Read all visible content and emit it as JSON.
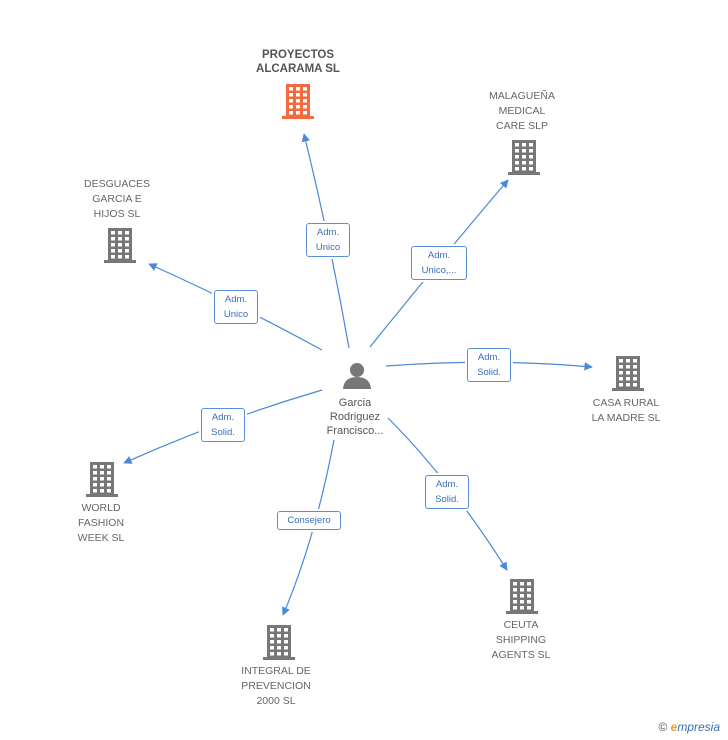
{
  "person": {
    "name": "Garcia\nRodriguez\nFrancisco..."
  },
  "nodes": [
    {
      "id": "proyectos",
      "label": "PROYECTOS\nALCARAMA SL",
      "main": true
    },
    {
      "id": "malaguena",
      "label": "MALAGUEÑA\nMEDICAL\nCARE SLP"
    },
    {
      "id": "desguaces",
      "label": "DESGUACES\nGARCIA E\nHIJOS  SL"
    },
    {
      "id": "casarural",
      "label": "CASA RURAL\nLA MADRE SL"
    },
    {
      "id": "world",
      "label": "WORLD\nFASHION\nWEEK SL"
    },
    {
      "id": "ceuta",
      "label": "CEUTA\nSHIPPING\nAGENTS SL"
    },
    {
      "id": "integral",
      "label": "INTEGRAL DE\nPREVENCION\n2000 SL"
    }
  ],
  "edges": [
    {
      "to": "proyectos",
      "label": "Adm.\nUnico"
    },
    {
      "to": "malaguena",
      "label": "Adm.\nUnico,..."
    },
    {
      "to": "desguaces",
      "label": "Adm.\nUnico"
    },
    {
      "to": "casarural",
      "label": "Adm.\nSolid."
    },
    {
      "to": "world",
      "label": "Adm.\nSolid."
    },
    {
      "to": "ceuta",
      "label": "Adm.\nSolid."
    },
    {
      "to": "integral",
      "label": "Consejero"
    }
  ],
  "colors": {
    "main_building": "#f26a3d",
    "building": "#777777",
    "edge": "#4a88d8",
    "person": "#777777"
  },
  "icons": {
    "company": "building-icon",
    "person": "person-icon"
  },
  "footer": {
    "copyright": "©",
    "brand_initial": "e",
    "brand_rest": "mpresia"
  }
}
